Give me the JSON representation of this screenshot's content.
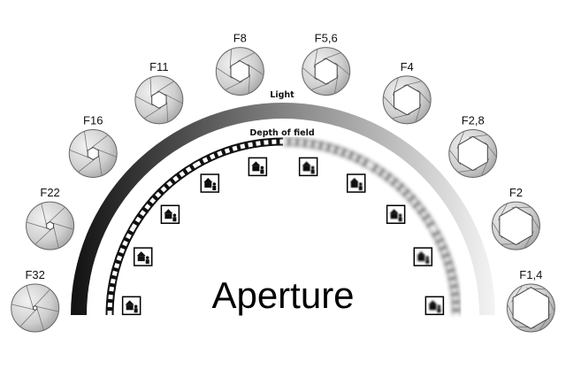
{
  "diagram": {
    "title": "Aperture",
    "light_label": "Light",
    "dof_label": "Depth of field",
    "light_gradient": {
      "dark": "#111111",
      "light": "#f4f4f4"
    },
    "apertures": [
      {
        "label": "F32",
        "opening": 0.1
      },
      {
        "label": "F22",
        "opening": 0.18
      },
      {
        "label": "F16",
        "opening": 0.28
      },
      {
        "label": "F11",
        "opening": 0.38
      },
      {
        "label": "F8",
        "opening": 0.48
      },
      {
        "label": "F5,6",
        "opening": 0.58
      },
      {
        "label": "F4",
        "opening": 0.68
      },
      {
        "label": "F2,8",
        "opening": 0.77
      },
      {
        "label": "F2",
        "opening": 0.86
      },
      {
        "label": "F1,4",
        "opening": 0.94
      }
    ],
    "scene_icons": [
      {
        "name": "scene-icon-1",
        "blur": 0.0
      },
      {
        "name": "scene-icon-2",
        "blur": 0.0
      },
      {
        "name": "scene-icon-3",
        "blur": 0.1
      },
      {
        "name": "scene-icon-4",
        "blur": 0.2
      },
      {
        "name": "scene-icon-5",
        "blur": 0.35
      },
      {
        "name": "scene-icon-6",
        "blur": 0.5
      },
      {
        "name": "scene-icon-7",
        "blur": 0.65
      },
      {
        "name": "scene-icon-8",
        "blur": 0.8
      },
      {
        "name": "scene-icon-9",
        "blur": 0.95
      },
      {
        "name": "scene-icon-10",
        "blur": 1.1
      }
    ]
  }
}
